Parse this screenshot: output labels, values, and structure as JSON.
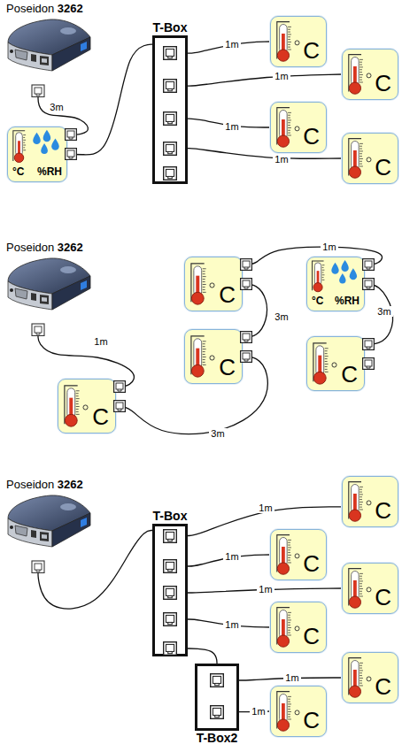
{
  "diagram": {
    "nodes": [
      {
        "text": [
          "Poseidon 3262"
        ]
      },
      {
        "text": [
          "°C",
          "%RH"
        ]
      },
      {
        "text": [
          "T-Box"
        ]
      },
      {
        "text": [
          "C"
        ]
      },
      {
        "text": [
          "C"
        ]
      },
      {
        "text": [
          "C"
        ]
      },
      {
        "text": [
          "C"
        ]
      },
      {
        "text": [
          "Poseidon 3262"
        ]
      },
      {
        "text": [
          "C"
        ]
      },
      {
        "text": [
          "C"
        ]
      },
      {
        "text": [
          "C"
        ]
      },
      {
        "text": [
          "°C",
          "%RH"
        ]
      },
      {
        "text": [
          "C"
        ]
      },
      {
        "text": [
          "Poseidon 3262"
        ]
      },
      {
        "text": [
          "T-Box"
        ]
      },
      {
        "text": [
          "T-Box2"
        ]
      },
      {
        "text": [
          "C"
        ]
      },
      {
        "text": [
          "C"
        ]
      },
      {
        "text": [
          "C"
        ]
      },
      {
        "text": [
          "C"
        ]
      },
      {
        "text": [
          "C"
        ]
      },
      {
        "text": [
          "C"
        ]
      }
    ],
    "edges": [
      {
        "from": 0,
        "to": 1,
        "arrow": "none",
        "label": "3m"
      },
      {
        "from": 1,
        "to": 2,
        "arrow": "none"
      },
      {
        "from": 2,
        "to": 3,
        "arrow": "none",
        "label": "1m"
      },
      {
        "from": 2,
        "to": 4,
        "arrow": "none",
        "label": "1m"
      },
      {
        "from": 2,
        "to": 5,
        "arrow": "none",
        "label": "1m"
      },
      {
        "from": 2,
        "to": 6,
        "arrow": "none",
        "label": "1m"
      },
      {
        "from": 7,
        "to": 8,
        "arrow": "none",
        "label": "1m"
      },
      {
        "from": 8,
        "to": 9,
        "arrow": "none",
        "label": "3m"
      },
      {
        "from": 9,
        "to": 10,
        "arrow": "none",
        "label": "3m"
      },
      {
        "from": 10,
        "to": 11,
        "arrow": "none",
        "label": "1m"
      },
      {
        "from": 11,
        "to": 12,
        "arrow": "none",
        "label": "3m"
      },
      {
        "from": 13,
        "to": 14,
        "arrow": "none"
      },
      {
        "from": 14,
        "to": 16,
        "arrow": "none",
        "label": "1m"
      },
      {
        "from": 14,
        "to": 17,
        "arrow": "none",
        "label": "1m"
      },
      {
        "from": 14,
        "to": 18,
        "arrow": "none",
        "label": "1m"
      },
      {
        "from": 14,
        "to": 19,
        "arrow": "none",
        "label": "1m"
      },
      {
        "from": 14,
        "to": 15,
        "arrow": "none"
      },
      {
        "from": 15,
        "to": 20,
        "arrow": "none",
        "label": "1m"
      },
      {
        "from": 15,
        "to": 21,
        "arrow": "none",
        "label": "1m"
      }
    ]
  }
}
